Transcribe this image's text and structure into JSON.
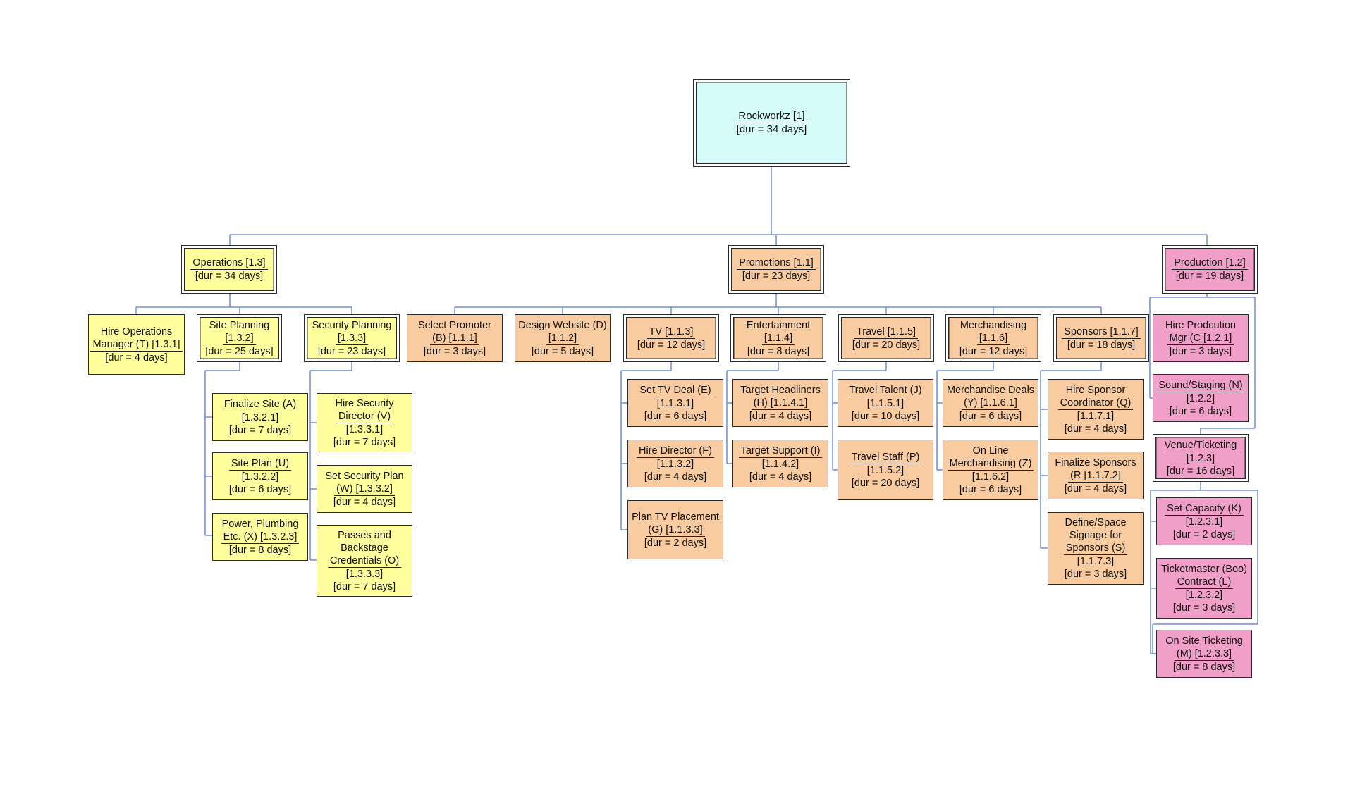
{
  "colors": {
    "root": "#d6fbfb",
    "operations": "#ffff9e",
    "promotions": "#f8cca0",
    "production": "#f0a0c8",
    "connector": "#6f8fd0",
    "border": "#2a2a2a"
  },
  "nodes": [
    {
      "id": "root",
      "group": "root",
      "summary": true,
      "lines": [
        "Rockworkz [1]",
        "[dur = 34 days]"
      ],
      "nameLines": 1
    },
    {
      "id": "ops",
      "group": "operations",
      "summary": true,
      "lines": [
        "Operations [1.3]",
        "[dur = 34 days]"
      ],
      "nameLines": 1
    },
    {
      "id": "ops_hire",
      "group": "operations",
      "summary": false,
      "lines": [
        "Hire Operations",
        "Manager (T) [1.3.1]",
        "[dur = 4 days]"
      ],
      "nameLines": 2
    },
    {
      "id": "ops_site",
      "group": "operations",
      "summary": true,
      "lines": [
        "Site Planning",
        "[1.3.2]",
        "[dur = 25 days]"
      ],
      "nameLines": 2
    },
    {
      "id": "ops_site_a",
      "group": "operations",
      "summary": false,
      "lines": [
        "Finalize Site (A)",
        "[1.3.2.1]",
        "[dur = 7 days]"
      ],
      "nameLines": 1
    },
    {
      "id": "ops_site_u",
      "group": "operations",
      "summary": false,
      "lines": [
        "Site Plan (U)",
        "[1.3.2.2]",
        "[dur = 6 days]"
      ],
      "nameLines": 1
    },
    {
      "id": "ops_site_x",
      "group": "operations",
      "summary": false,
      "lines": [
        "Power, Plumbing",
        "Etc. (X) [1.3.2.3]",
        "[dur = 8 days]"
      ],
      "nameLines": 2
    },
    {
      "id": "ops_sec",
      "group": "operations",
      "summary": true,
      "lines": [
        "Security Planning",
        "[1.3.3]",
        "[dur = 23 days]"
      ],
      "nameLines": 2
    },
    {
      "id": "ops_sec_v",
      "group": "operations",
      "summary": false,
      "lines": [
        "Hire Security",
        "Director (V)",
        "[1.3.3.1]",
        "[dur = 7 days]"
      ],
      "nameLines": 2
    },
    {
      "id": "ops_sec_w",
      "group": "operations",
      "summary": false,
      "lines": [
        "Set Security Plan",
        "(W) [1.3.3.2]",
        "[dur = 4 days]"
      ],
      "nameLines": 2
    },
    {
      "id": "ops_sec_o",
      "group": "operations",
      "summary": false,
      "lines": [
        "Passes and",
        "Backstage",
        "Credentials (O)",
        "[1.3.3.3]",
        "[dur = 7 days]"
      ],
      "nameLines": 3
    },
    {
      "id": "pro",
      "group": "promotions",
      "summary": true,
      "lines": [
        "Promotions [1.1]",
        "[dur = 23 days]"
      ],
      "nameLines": 1
    },
    {
      "id": "pro_sel",
      "group": "promotions",
      "summary": false,
      "lines": [
        "Select Promoter",
        "(B) [1.1.1]",
        "[dur = 3 days]"
      ],
      "nameLines": 2
    },
    {
      "id": "pro_web",
      "group": "promotions",
      "summary": false,
      "lines": [
        "Design Website (D)",
        "[1.1.2]",
        "[dur = 5 days]"
      ],
      "nameLines": 2
    },
    {
      "id": "pro_tv",
      "group": "promotions",
      "summary": true,
      "lines": [
        "TV [1.1.3]",
        "[dur = 12 days]"
      ],
      "nameLines": 1
    },
    {
      "id": "pro_tv_e",
      "group": "promotions",
      "summary": false,
      "lines": [
        "Set TV Deal (E)",
        "[1.1.3.1]",
        "[dur = 6 days]"
      ],
      "nameLines": 1
    },
    {
      "id": "pro_tv_f",
      "group": "promotions",
      "summary": false,
      "lines": [
        "Hire Director (F)",
        "[1.1.3.2]",
        "[dur = 4 days]"
      ],
      "nameLines": 1
    },
    {
      "id": "pro_tv_g",
      "group": "promotions",
      "summary": false,
      "lines": [
        "Plan TV Placement",
        "(G) [1.1.3.3]",
        "[dur = 2 days]"
      ],
      "nameLines": 2
    },
    {
      "id": "pro_ent",
      "group": "promotions",
      "summary": true,
      "lines": [
        "Entertainment",
        "[1.1.4]",
        "[dur = 8 days]"
      ],
      "nameLines": 2
    },
    {
      "id": "pro_ent_h",
      "group": "promotions",
      "summary": false,
      "lines": [
        "Target Headliners",
        "(H) [1.1.4.1]",
        "[dur = 4 days]"
      ],
      "nameLines": 2
    },
    {
      "id": "pro_ent_i",
      "group": "promotions",
      "summary": false,
      "lines": [
        "Target Support (I)",
        "[1.1.4.2]",
        "[dur = 4 days]"
      ],
      "nameLines": 1
    },
    {
      "id": "pro_tra",
      "group": "promotions",
      "summary": true,
      "lines": [
        "Travel [1.1.5]",
        "[dur = 20 days]"
      ],
      "nameLines": 1
    },
    {
      "id": "pro_tra_j",
      "group": "promotions",
      "summary": false,
      "lines": [
        "Travel Talent (J)",
        "[1.1.5.1]",
        "[dur = 10 days]"
      ],
      "nameLines": 1
    },
    {
      "id": "pro_tra_p",
      "group": "promotions",
      "summary": false,
      "lines": [
        "Travel Staff (P)",
        "[1.1.5.2]",
        "[dur = 20 days]"
      ],
      "nameLines": 1
    },
    {
      "id": "pro_mer",
      "group": "promotions",
      "summary": true,
      "lines": [
        "Merchandising",
        "[1.1.6]",
        "[dur = 12 days]"
      ],
      "nameLines": 2
    },
    {
      "id": "pro_mer_y",
      "group": "promotions",
      "summary": false,
      "lines": [
        "Merchandise Deals",
        "(Y) [1.1.6.1]",
        "[dur = 6 days]"
      ],
      "nameLines": 2
    },
    {
      "id": "pro_mer_z",
      "group": "promotions",
      "summary": false,
      "lines": [
        "On Line",
        "Merchandising (Z)",
        "[1.1.6.2]",
        "[dur = 6 days]"
      ],
      "nameLines": 2
    },
    {
      "id": "pro_spo",
      "group": "promotions",
      "summary": true,
      "lines": [
        "Sponsors [1.1.7]",
        "[dur = 18 days]"
      ],
      "nameLines": 1
    },
    {
      "id": "pro_spo_q",
      "group": "promotions",
      "summary": false,
      "lines": [
        "Hire Sponsor",
        "Coordinator (Q)",
        "[1.1.7.1]",
        "[dur = 4 days]"
      ],
      "nameLines": 2
    },
    {
      "id": "pro_spo_r",
      "group": "promotions",
      "summary": false,
      "lines": [
        "Finalize Sponsors",
        "(R [1.1.7.2]",
        "[dur = 4 days]"
      ],
      "nameLines": 2
    },
    {
      "id": "pro_spo_s",
      "group": "promotions",
      "summary": false,
      "lines": [
        "Define/Space",
        "Signage for",
        "Sponsors (S)",
        "[1.1.7.3]",
        "[dur = 3 days]"
      ],
      "nameLines": 3
    },
    {
      "id": "prd",
      "group": "production",
      "summary": true,
      "lines": [
        "Production [1.2]",
        "[dur = 19 days]"
      ],
      "nameLines": 1
    },
    {
      "id": "prd_hire",
      "group": "production",
      "summary": false,
      "lines": [
        "Hire Prodcution",
        "Mgr (C [1.2.1]",
        "[dur = 3 days]"
      ],
      "nameLines": 2
    },
    {
      "id": "prd_snd",
      "group": "production",
      "summary": false,
      "lines": [
        "Sound/Staging (N)",
        "[1.2.2]",
        "[dur = 6 days]"
      ],
      "nameLines": 1
    },
    {
      "id": "prd_ven",
      "group": "production",
      "summary": true,
      "lines": [
        "Venue/Ticketing",
        "[1.2.3]",
        "[dur = 16 days]"
      ],
      "nameLines": 1
    },
    {
      "id": "prd_ven_k",
      "group": "production",
      "summary": false,
      "lines": [
        "Set Capacity (K)",
        "[1.2.3.1]",
        "[dur = 2 days]"
      ],
      "nameLines": 1
    },
    {
      "id": "prd_ven_l",
      "group": "production",
      "summary": false,
      "lines": [
        "Ticketmaster (Boo)",
        "Contract (L)",
        "[1.2.3.2]",
        "[dur = 3 days]"
      ],
      "nameLines": 2
    },
    {
      "id": "prd_ven_m",
      "group": "production",
      "summary": false,
      "lines": [
        "On Site Ticketing",
        "(M) [1.2.3.3]",
        "[dur = 8 days]"
      ],
      "nameLines": 2
    }
  ]
}
